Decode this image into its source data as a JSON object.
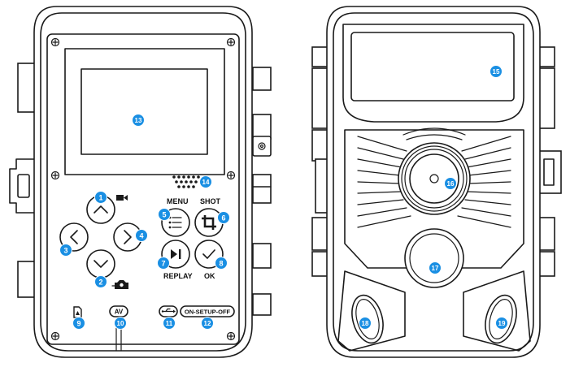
{
  "labels": {
    "menu": "MENU",
    "shot": "SHOT",
    "replay": "REPLAY",
    "ok": "OK",
    "av": "AV",
    "power_switch": "ON-SETUP-OFF"
  },
  "callouts": [
    "1",
    "2",
    "3",
    "4",
    "5",
    "6",
    "7",
    "8",
    "9",
    "10",
    "11",
    "12",
    "13",
    "14",
    "15",
    "16",
    "17",
    "18",
    "19"
  ],
  "colors": {
    "callout": "#1a8fe3",
    "outline": "#1a1a1a",
    "background": "#ffffff"
  },
  "icons": [
    "video-camera-icon",
    "photo-camera-icon",
    "up-arrow-icon",
    "down-arrow-icon",
    "left-arrow-icon",
    "right-arrow-icon",
    "menu-list-icon",
    "crop-icon",
    "play-pause-icon",
    "checkmark-icon",
    "sd-card-icon",
    "usb-icon",
    "speaker-icon"
  ]
}
